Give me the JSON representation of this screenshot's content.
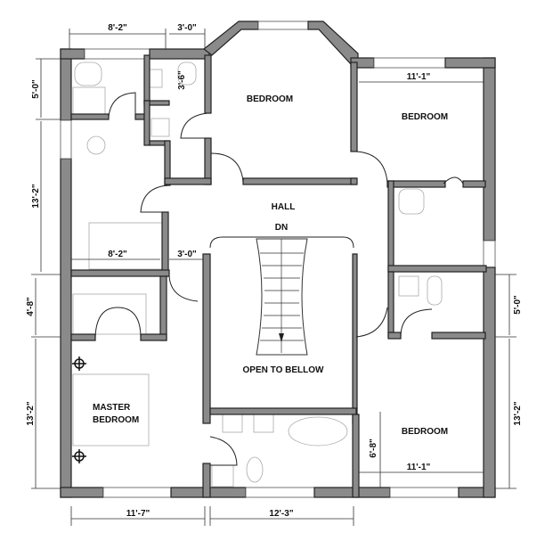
{
  "rooms": {
    "bedroom_top": "BEDROOM",
    "bedroom_right": "BEDROOM",
    "bedroom_bottom_right": "BEDROOM",
    "hall": "HALL",
    "stair_direction": "DN",
    "open_to_below": "OPEN TO BELLOW",
    "master_line1": "MASTER",
    "master_line2": "BEDROOM"
  },
  "dimensions": {
    "top_left": "8'-2\"",
    "top_mid": "3'-0\"",
    "wc_depth": "3'-6\"",
    "left_upper": "5'-0\"",
    "left_mid": "13'-2\"",
    "left_closet": "4'-8\"",
    "left_lower": "13'-2\"",
    "bath_width": "8'-2\"",
    "hall_width": "3'-0\"",
    "right_bedroom_width": "11'-1\"",
    "right_upper": "5'-0\"",
    "right_lower": "13'-2\"",
    "lower_right_depth": "6'-8\"",
    "lower_right_width": "11'-1\"",
    "bottom_left": "11'-7\"",
    "bottom_mid": "12'-3\""
  }
}
